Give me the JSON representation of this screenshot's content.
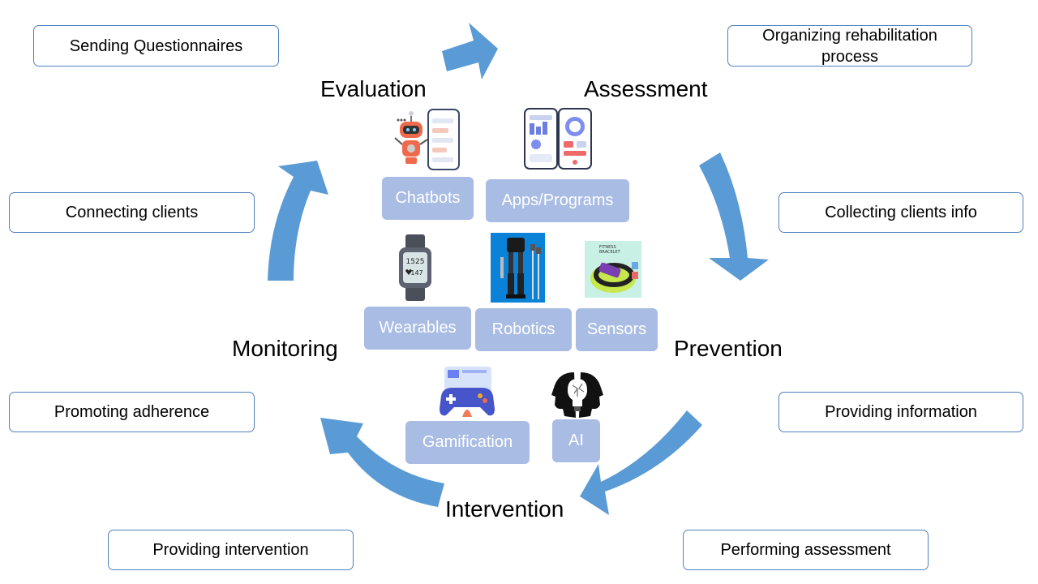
{
  "stages": {
    "evaluation": "Evaluation",
    "assessment": "Assessment",
    "prevention": "Prevention",
    "intervention": "Intervention",
    "monitoring": "Monitoring"
  },
  "activities": {
    "sending_questionnaires": "Sending Questionnaires",
    "organizing_rehabilitation": "Organizing rehabilitation process",
    "connecting_clients": "Connecting clients",
    "collecting_clients_info": "Collecting clients info",
    "promoting_adherence": "Promoting adherence",
    "providing_information": "Providing information",
    "providing_intervention": "Providing intervention",
    "performing_assessment": "Performing assessment"
  },
  "technologies": {
    "chatbots": "Chatbots",
    "apps_programs": "Apps/Programs",
    "wearables": "Wearables",
    "robotics": "Robotics",
    "sensors": "Sensors",
    "gamification": "Gamification",
    "ai": "AI"
  },
  "icons": {
    "fitness_bracelet_line1": "FITNESS",
    "fitness_bracelet_line2": "BRACELET",
    "watch_line1": "1525",
    "watch_line2": "147"
  },
  "colors": {
    "arrow": "#5b9bd5",
    "box_border": "#4f81bd",
    "tech_fill": "#a9bce3"
  }
}
